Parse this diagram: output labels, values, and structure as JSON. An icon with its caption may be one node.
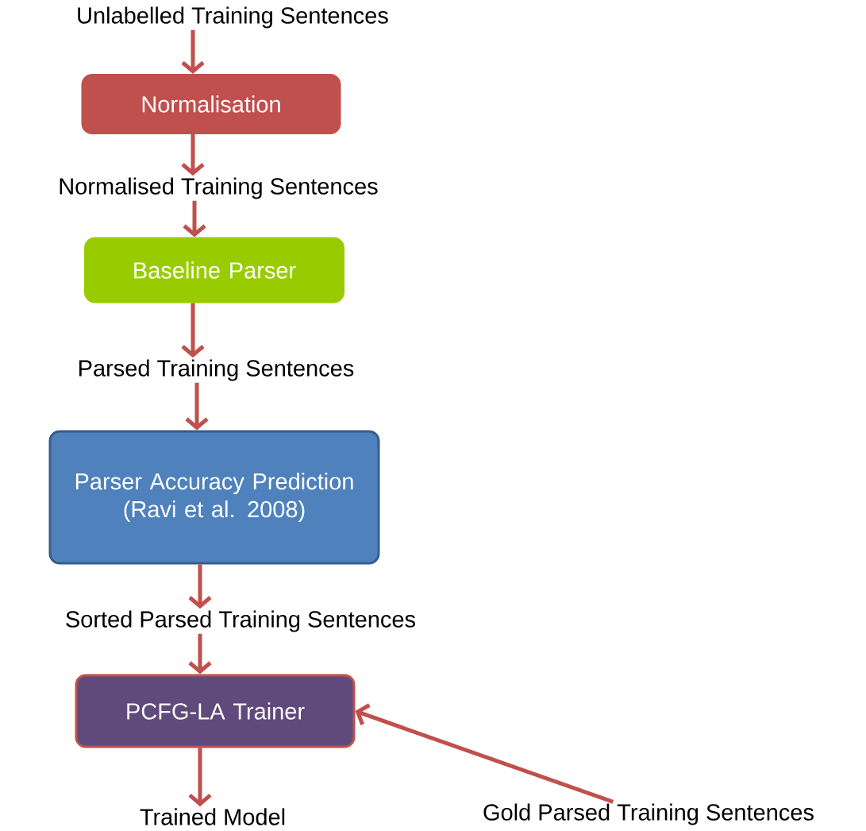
{
  "diagram": {
    "nodes": [
      {
        "text": [
          "Unlabelled Training Sentences"
        ]
      },
      {
        "text": [
          "Normalisation"
        ]
      },
      {
        "text": [
          "Normalised Training Sentences"
        ]
      },
      {
        "text": [
          "Baseline Parser"
        ]
      },
      {
        "text": [
          "Parsed Training Sentences"
        ]
      },
      {
        "text": [
          "Parser Accuracy Prediction (Ravi et al. 2008)"
        ]
      },
      {
        "text": [
          "Sorted Parsed Training Sentences"
        ]
      },
      {
        "text": [
          "PCFG-LA Trainer"
        ]
      },
      {
        "text": [
          "Trained Model"
        ]
      },
      {
        "text": [
          "Gold Parsed Training Sentences"
        ]
      }
    ],
    "edges": [
      {
        "from": 0,
        "to": 1,
        "arrow": "to"
      },
      {
        "from": 1,
        "to": 2,
        "arrow": "to"
      },
      {
        "from": 2,
        "to": 3,
        "arrow": "to"
      },
      {
        "from": 3,
        "to": 4,
        "arrow": "to"
      },
      {
        "from": 4,
        "to": 5,
        "arrow": "to"
      },
      {
        "from": 5,
        "to": 6,
        "arrow": "to"
      },
      {
        "from": 6,
        "to": 7,
        "arrow": "to"
      },
      {
        "from": 7,
        "to": 8,
        "arrow": "to"
      },
      {
        "from": 9,
        "to": 7,
        "arrow": "to"
      }
    ]
  }
}
